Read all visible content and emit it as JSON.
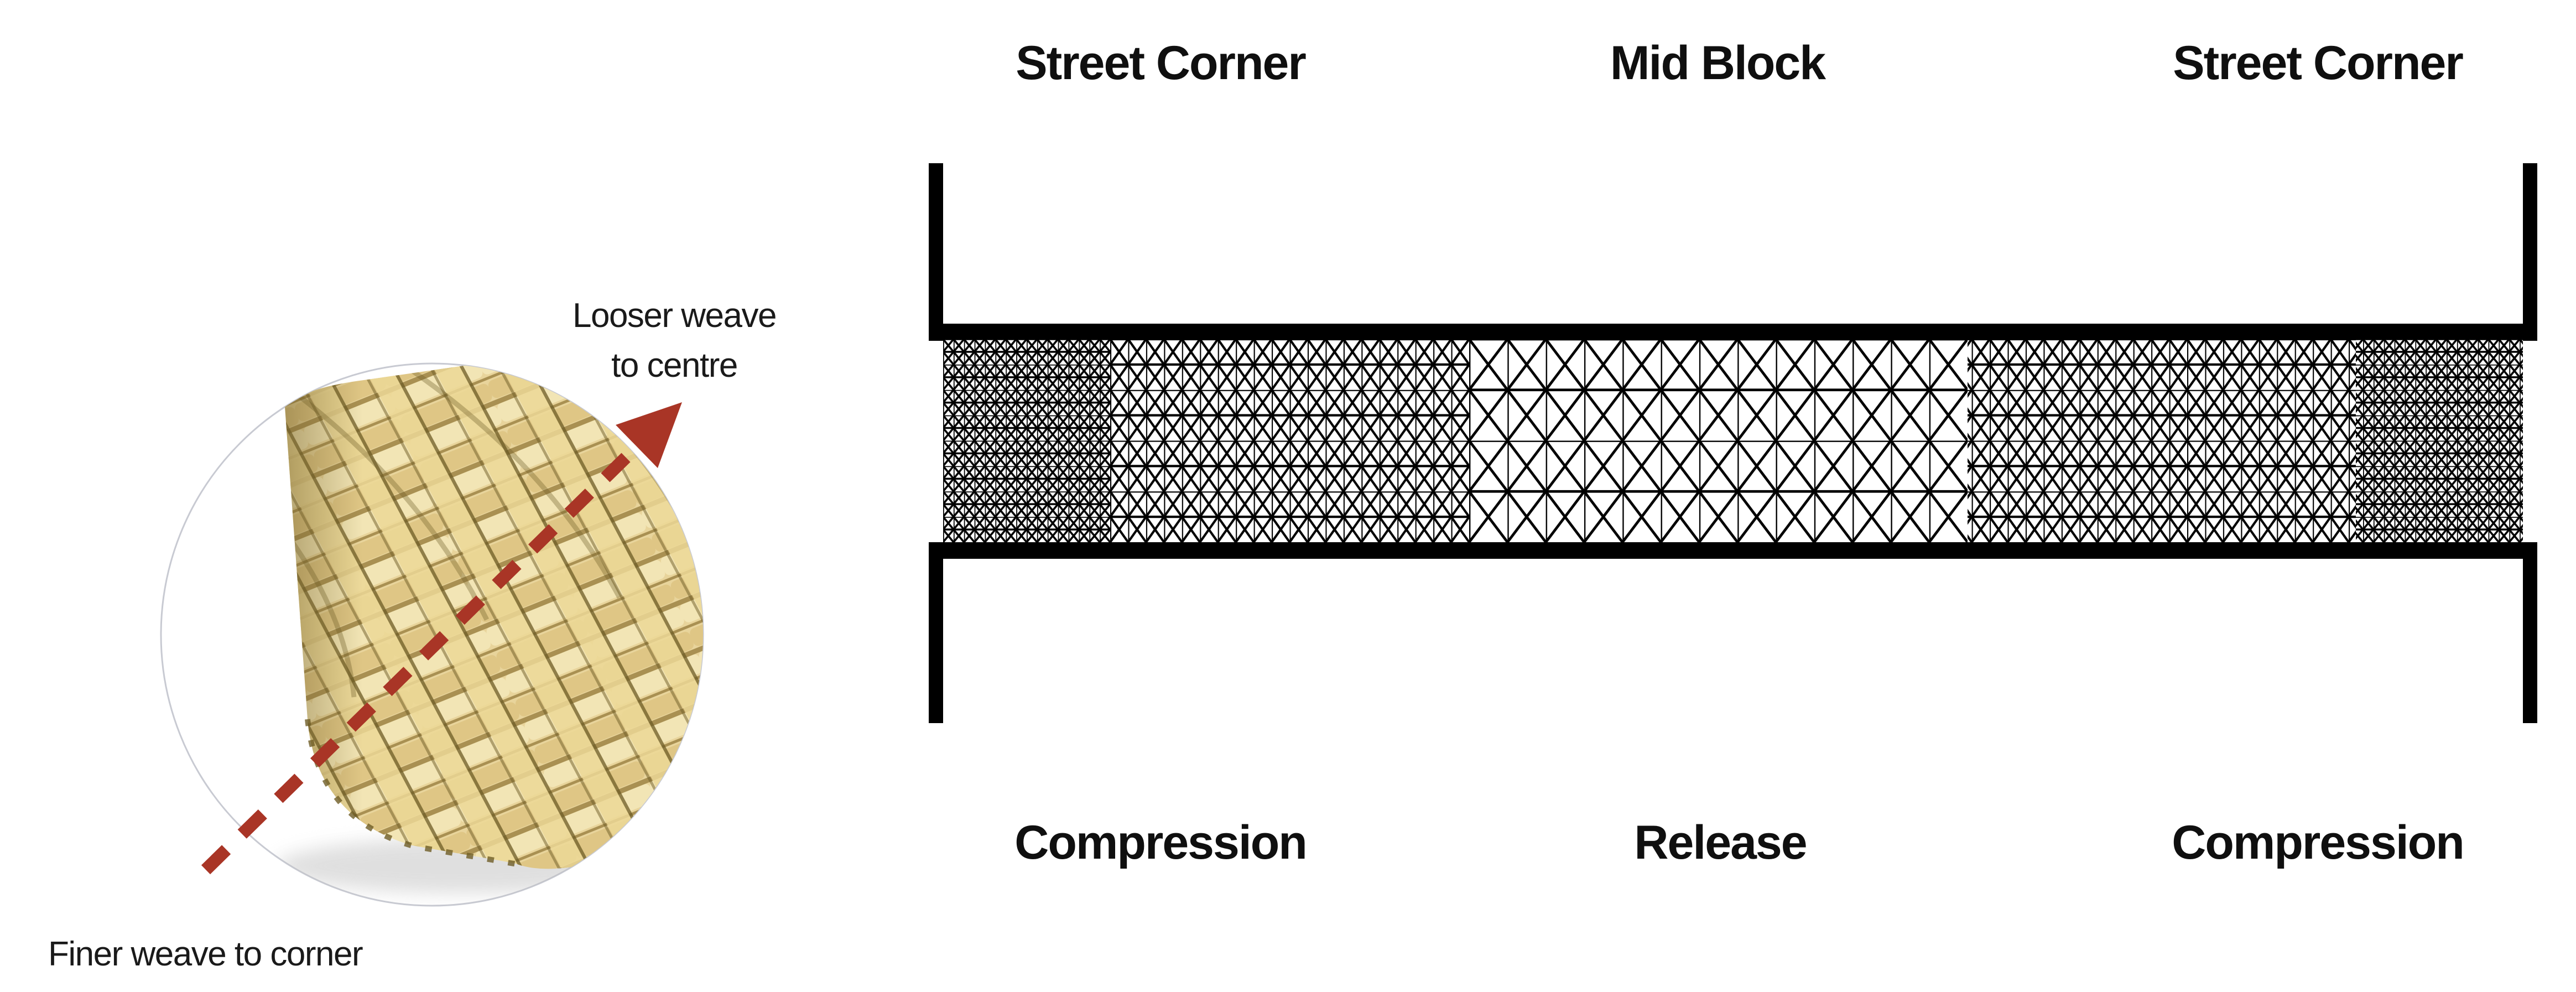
{
  "detail": {
    "caption_top_line1": "Looser weave",
    "caption_top_line2": "to centre",
    "caption_bottom": "Finer weave to corner",
    "subject": "woven basket corner photograph"
  },
  "diagram": {
    "top_labels": [
      {
        "label": "Street Corner"
      },
      {
        "label": "Mid Block"
      },
      {
        "label": "Street Corner"
      }
    ],
    "bottom_labels": [
      {
        "label": "Compression"
      },
      {
        "label": "Release"
      },
      {
        "label": "Compression"
      }
    ],
    "mesh_densities": [
      "fine",
      "medium",
      "loose",
      "medium",
      "fine"
    ]
  },
  "colors": {
    "ink": "#000000",
    "label_text": "#0f0f0f",
    "annotation_text": "#1a1a1a",
    "arrow_red": "#A93526",
    "circle_stroke": "#C8CAD2",
    "basket_base": "#E8D49B",
    "basket_light": "#F2E5B5",
    "basket_mid": "#DFC685",
    "basket_line": "#9A8040",
    "basket_dark": "#6E5C26",
    "shadow_gray": "#B9B9B9"
  }
}
